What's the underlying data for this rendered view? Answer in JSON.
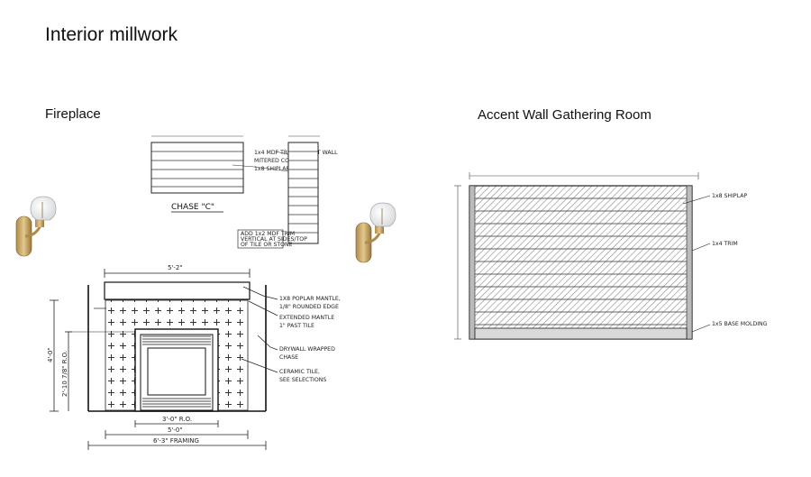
{
  "slide": {
    "title": "Interior millwork",
    "fireplace_label": "Fireplace",
    "accent_label": "Accent Wall Gathering Room"
  },
  "chase_drawing": {
    "label": "CHASE \"C\"",
    "notes": [
      "1x4 MDF TRIM AGAINST WALL",
      "MITERED CORNERS",
      "1x8 SHIPLAP"
    ],
    "bottom_note": [
      "ADD 1x2 MDF TRIM",
      "VERTICAL AT SIDES/TOP",
      "OF TILE OR STONE"
    ]
  },
  "fireplace_drawing": {
    "top_width": "5'-2\"",
    "opening": "3'-0\" R.O.",
    "inner_width": "5'-0\"",
    "framing": "6'-3\" FRAMING",
    "height_total": "4'-0\"",
    "height_ro": "2'-10 7/8\" R.O.",
    "callouts": [
      [
        "1X8 POPLAR MANTLE,",
        "1/8\" ROUNDED EDGE"
      ],
      [
        "EXTENDED MANTLE",
        "1\" PAST TILE"
      ],
      [
        "DRYWALL WRAPPED",
        "CHASE"
      ],
      [
        "CERAMIC TILE,",
        "SEE SELECTIONS"
      ]
    ]
  },
  "accent_drawing": {
    "callouts": [
      "1x8 SHIPLAP",
      "1x4 TRIM",
      "1x5 BASE MOLDING"
    ]
  },
  "icons": [
    "wall-sconce-icon",
    "wall-sconce-icon"
  ]
}
